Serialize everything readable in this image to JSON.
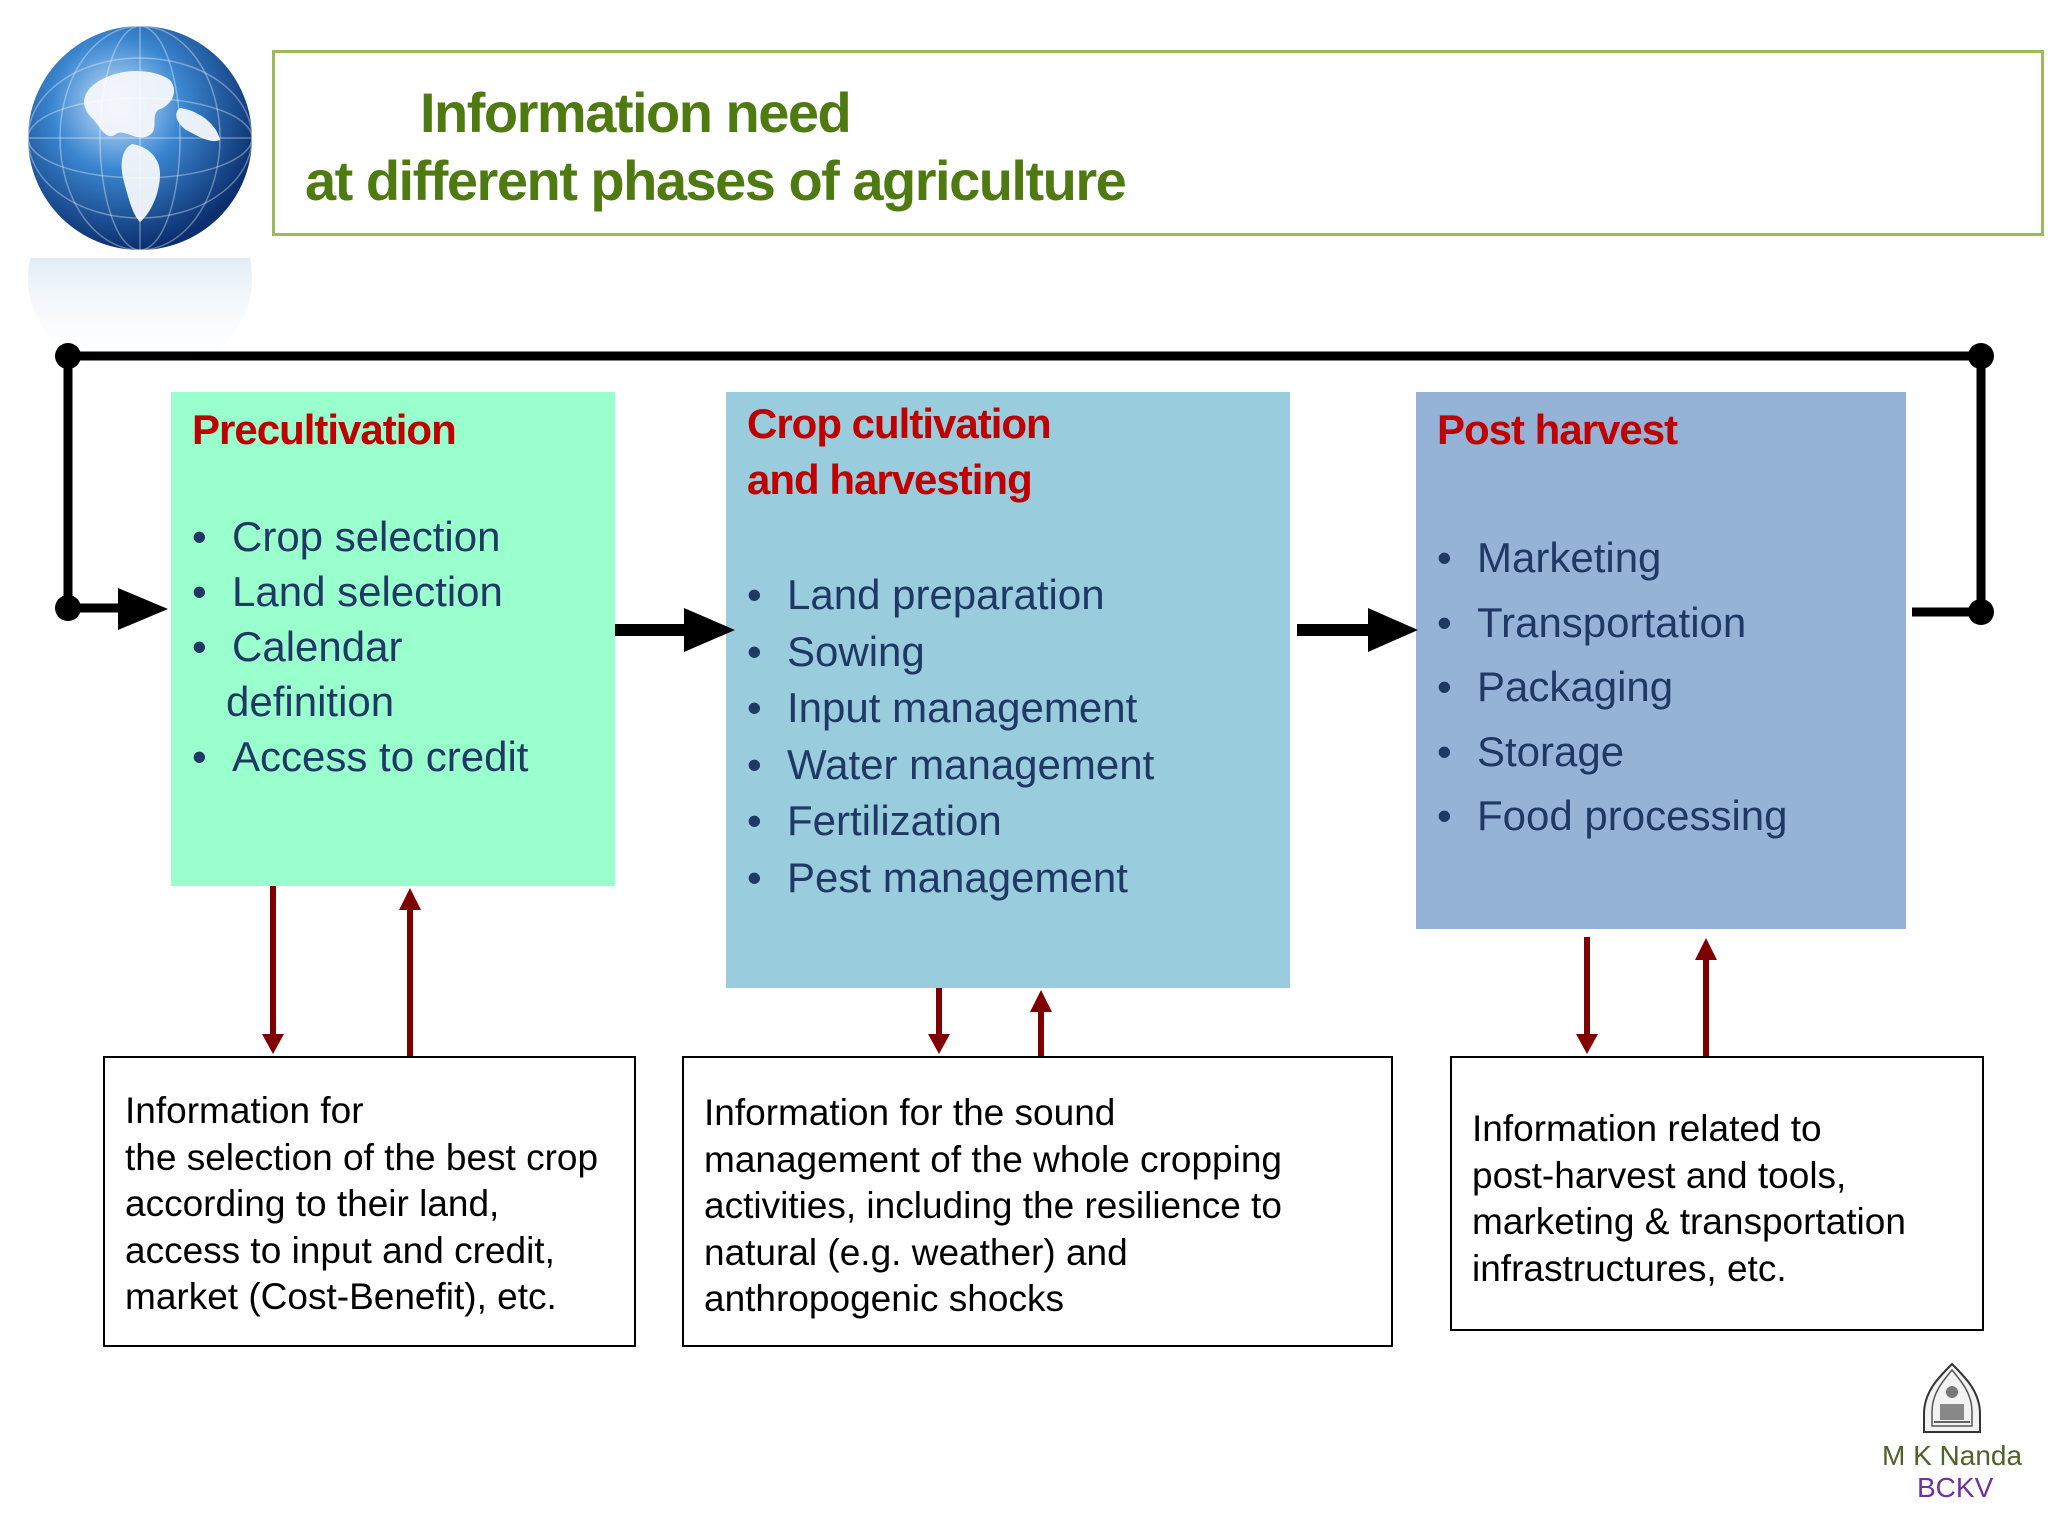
{
  "title": {
    "line1": "Information need",
    "line2": "at different phases of agriculture"
  },
  "stages": {
    "precultivation": {
      "title": "Precultivation",
      "items": [
        "Crop selection",
        "Land selection",
        "Calendar",
        "definition",
        "Access to credit"
      ]
    },
    "crop_cultivation": {
      "title_line1": "Crop cultivation",
      "title_line2": "and harvesting",
      "items": [
        "Land preparation",
        "Sowing",
        "Input management",
        "Water management",
        "Fertilization",
        "Pest management"
      ]
    },
    "post_harvest": {
      "title": "Post harvest",
      "items": [
        "Marketing",
        "Transportation",
        "Packaging",
        "Storage",
        "Food processing"
      ]
    }
  },
  "info_boxes": {
    "precultivation": "Information for\nthe selection of the best crop\naccording to their land,\naccess to input and credit,\nmarket (Cost-Benefit), etc.",
    "crop_cultivation": "Information for the sound\nmanagement of the whole cropping\nactivities, including the resilience to\nnatural (e.g. weather) and\nanthropogenic shocks",
    "post_harvest": "Information related to\npost-harvest and tools,\nmarketing & transportation\ninfrastructures, etc."
  },
  "credits": {
    "name": "M K Nanda",
    "org": "BCKV"
  },
  "colors": {
    "title": "#4f7a12",
    "title_border": "#9bbb59",
    "stage_title": "#c00000",
    "bullet_text": "#1f3864",
    "precultivation_fill": "#99ffcc",
    "crop_fill": "#99ccdd",
    "post_fill": "#95b3d7",
    "info_arrow": "#7f0000",
    "flow_arrow": "#000000"
  },
  "icons": {
    "globe": "globe-icon",
    "logo": "university-seal-icon"
  }
}
